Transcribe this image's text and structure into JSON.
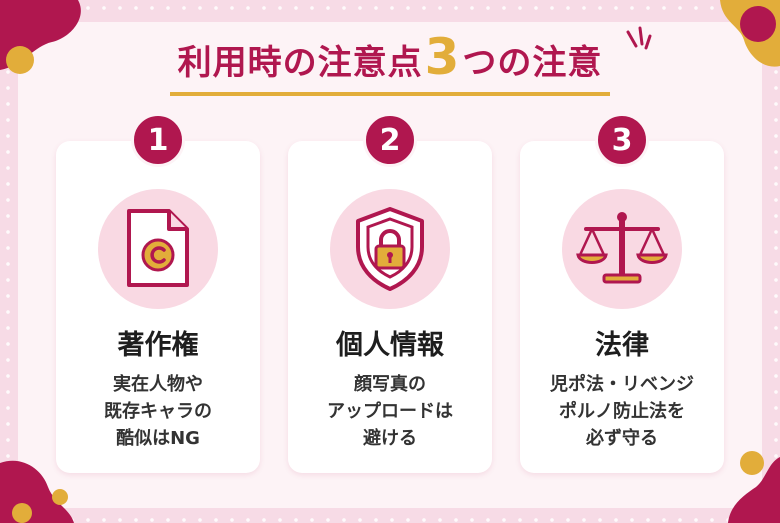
{
  "title": {
    "before": "利用時の注意点",
    "number": "3",
    "after": "つの注意"
  },
  "cards": [
    {
      "number": "1",
      "icon": "copyright-document-icon",
      "title": "著作権",
      "lines": [
        "実在人物や",
        "既存キャラの",
        "酷似はNG"
      ]
    },
    {
      "number": "2",
      "icon": "shield-lock-icon",
      "title": "個人情報",
      "lines": [
        "顔写真の",
        "アップロードは",
        "避ける"
      ]
    },
    {
      "number": "3",
      "icon": "scales-icon",
      "title": "法律",
      "lines": [
        "児ポ法・リベンジ",
        "ポルノ防止法を",
        "必ず守る"
      ]
    }
  ],
  "colors": {
    "primary": "#b0174f",
    "accent": "#e2ad3a",
    "icon_bg": "#f9d9e3"
  }
}
